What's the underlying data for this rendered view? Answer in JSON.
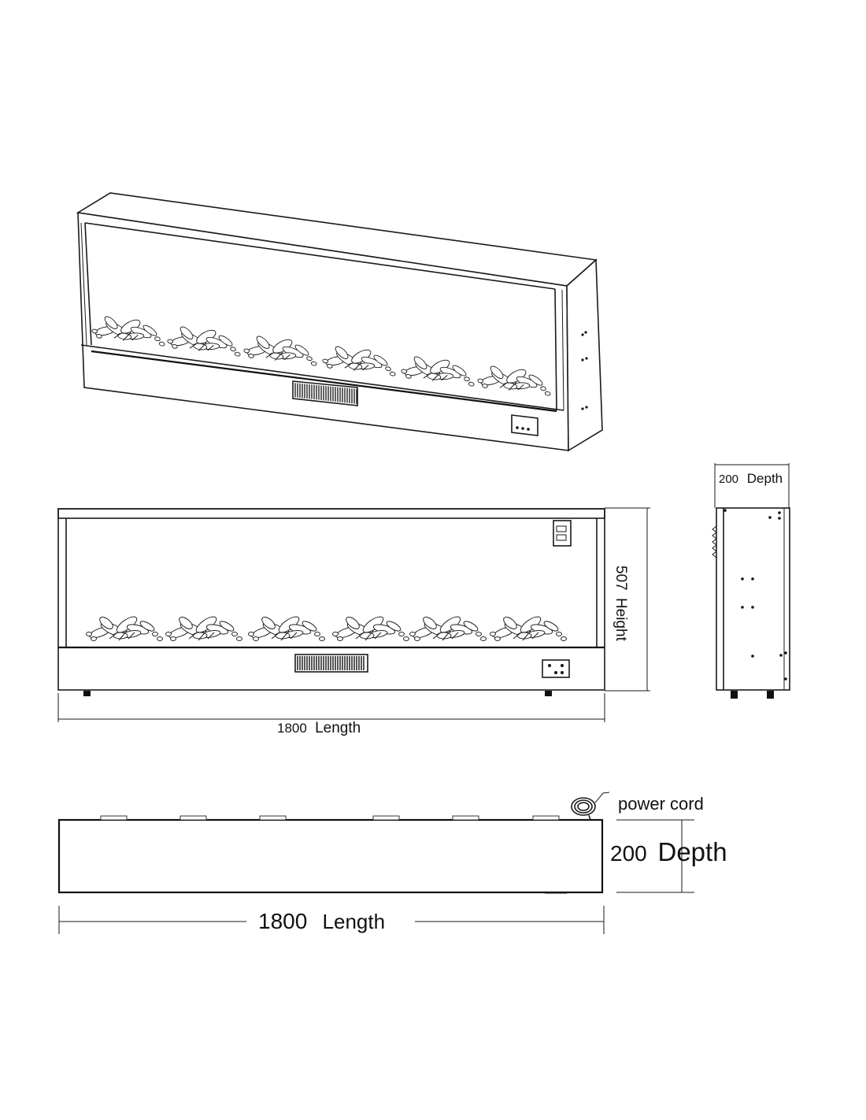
{
  "perspective_view": {},
  "front_view": {
    "length_value": "1800",
    "length_unit_label": "Length",
    "height_value": "507",
    "height_unit_label": "Height"
  },
  "side_view": {
    "depth_value": "200",
    "depth_unit_label": "Depth"
  },
  "top_view": {
    "power_cord_label": "power cord",
    "depth_value": "200",
    "depth_unit_label": "Depth",
    "length_value": "1800",
    "length_unit_label": "Length"
  }
}
